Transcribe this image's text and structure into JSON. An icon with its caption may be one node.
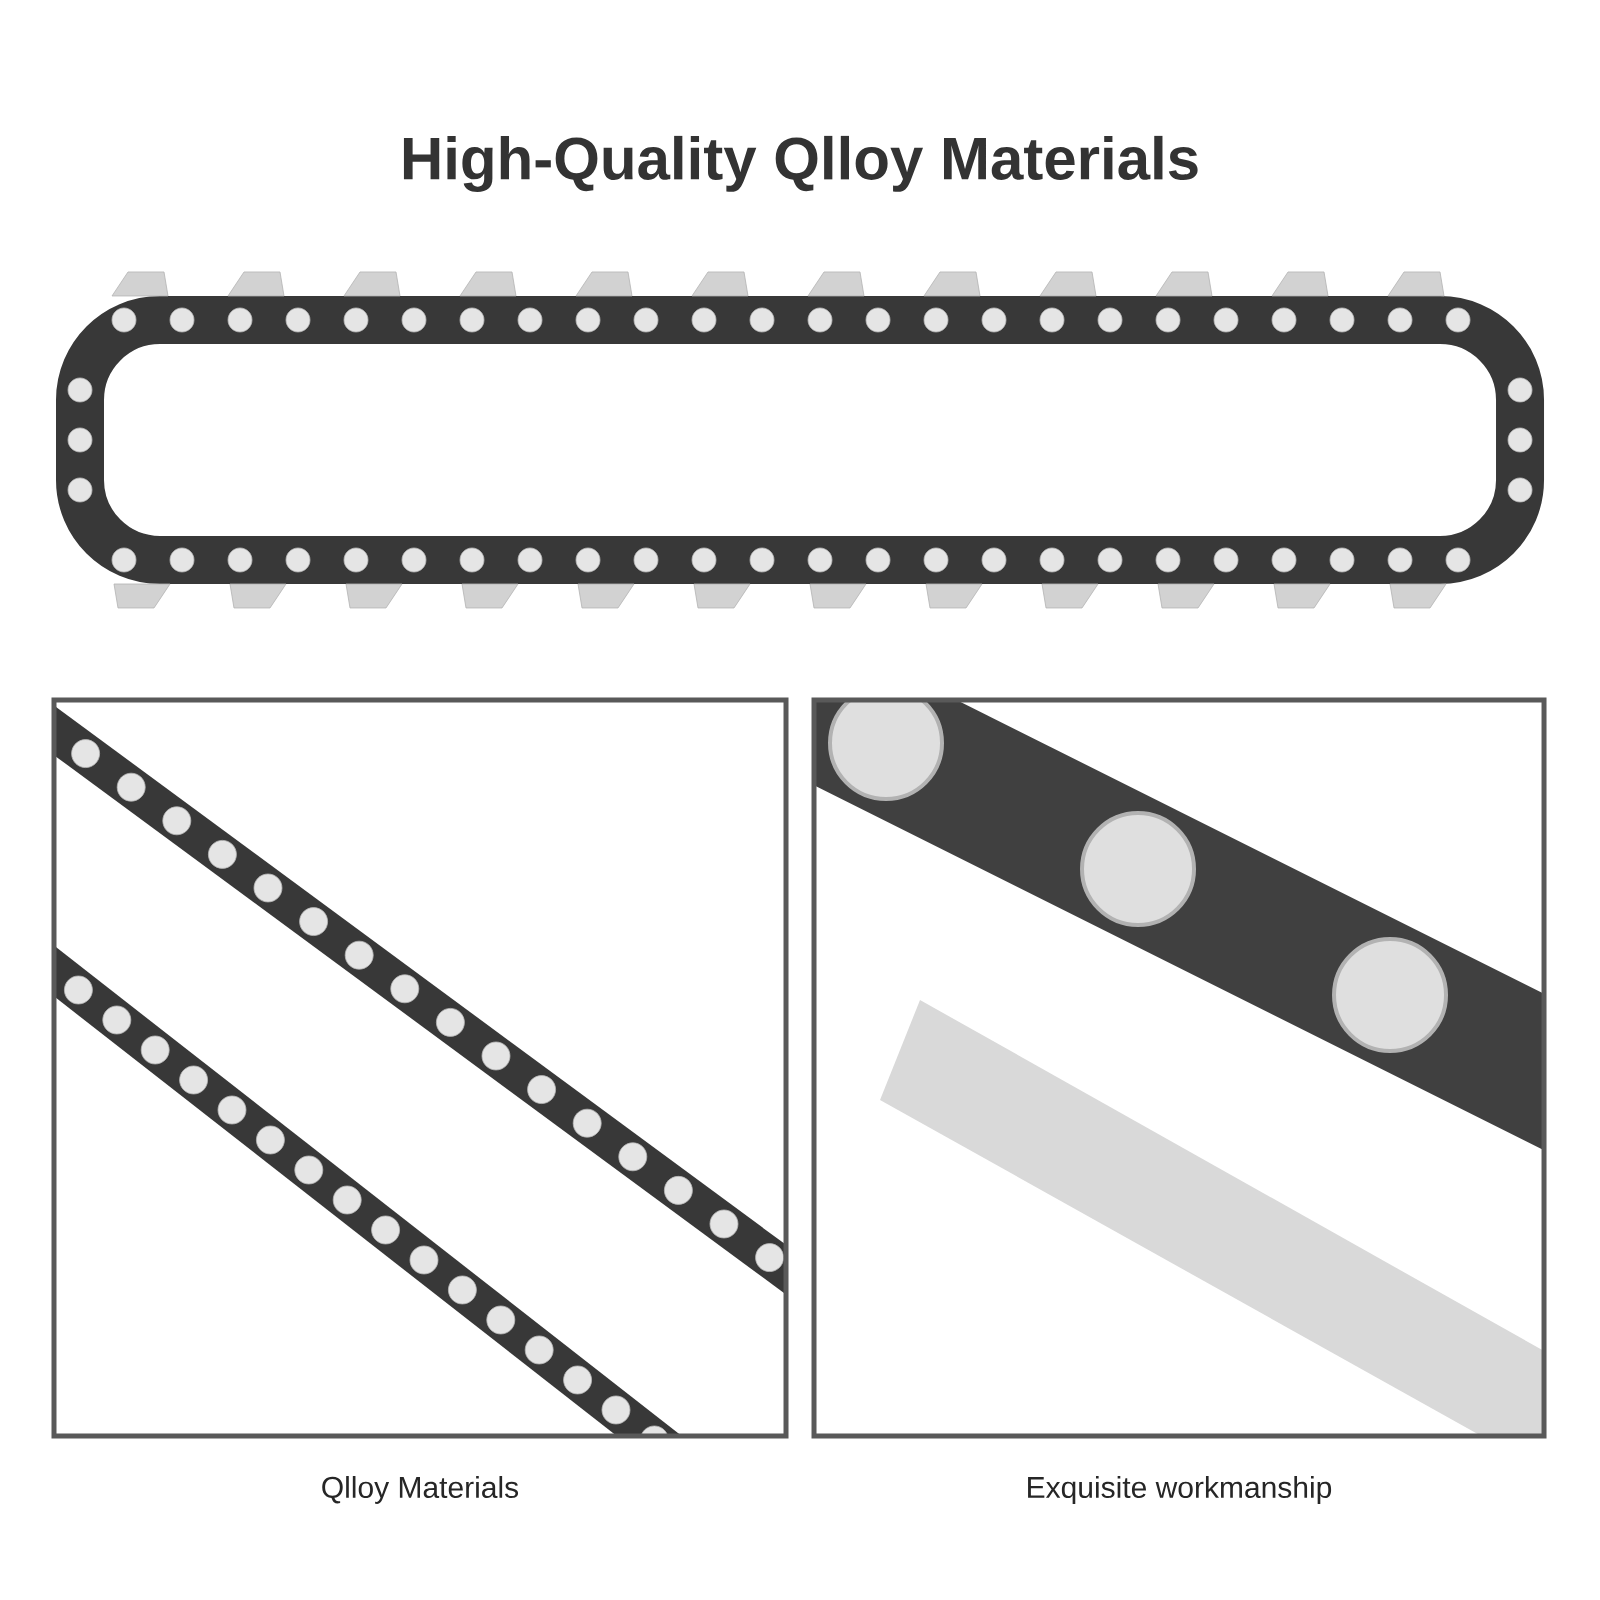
{
  "diagram": {
    "title": "High-Quality Qlloy Materials",
    "nodes": [
      {
        "text": [
          "Qlloy Materials"
        ]
      },
      {
        "text": [
          "Exquisite workmanship"
        ]
      }
    ]
  }
}
